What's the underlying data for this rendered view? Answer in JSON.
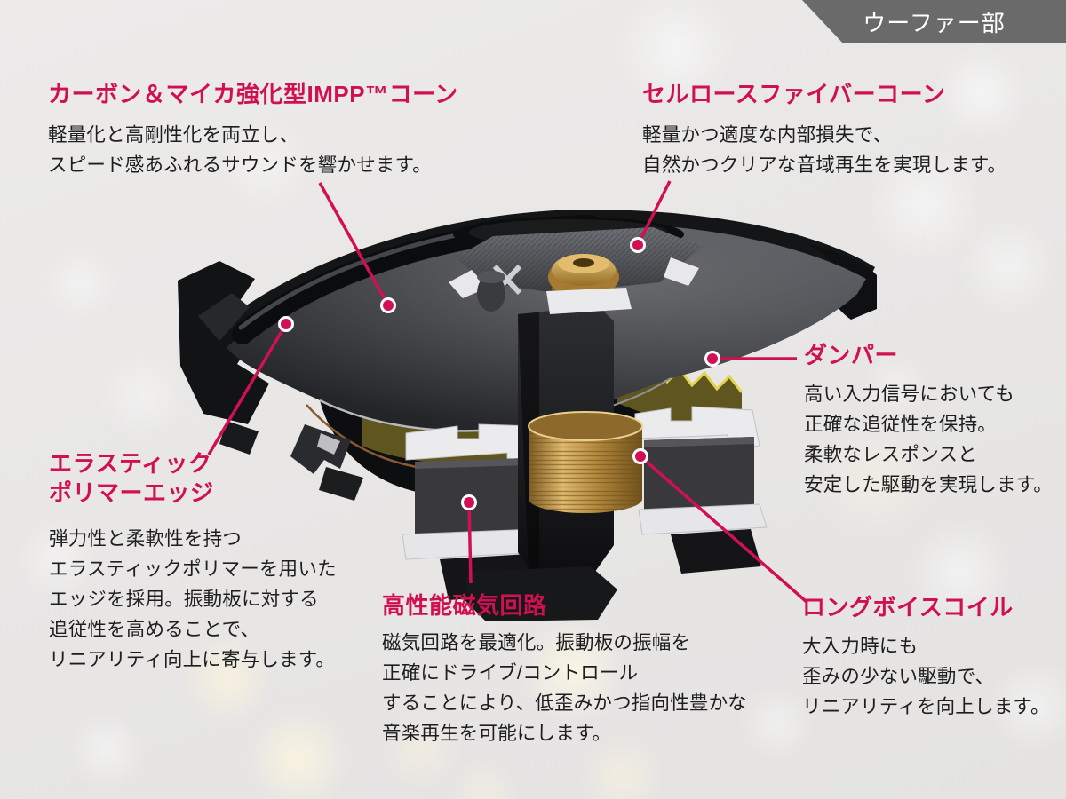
{
  "badge": {
    "label": "ウーファー部"
  },
  "colors": {
    "accent": "#d11052",
    "badge_bg": "#6a6a6a",
    "body_text": "#1e1e20",
    "background": "#e8e7e6",
    "leader_dot_ring": "#ffffff"
  },
  "labels": {
    "carbon_cone": {
      "title": "カーボン＆マイカ強化型IMPP™コーン",
      "desc": "軽量化と高剛性化を両立し、\nスピード感あふれるサウンドを響かせます。"
    },
    "cellulose_cone": {
      "title": "セルロースファイバーコーン",
      "desc": "軽量かつ適度な内部損失で、\n自然かつクリアな音域再生を実現します。"
    },
    "damper": {
      "title": "ダンパー",
      "desc": "高い入力信号においても\n正確な追従性を保持。\n柔軟なレスポンスと\n安定した駆動を実現します。"
    },
    "polymer_edge": {
      "title": "エラスティック\nポリマーエッジ",
      "desc": "弾力性と柔軟性を持つ\nエラスティックポリマーを用いた\nエッジを採用。振動板に対する\n追従性を高めることで、\nリニアリティ向上に寄与します。"
    },
    "magnetic_circuit": {
      "title": "高性能磁気回路",
      "desc": "磁気回路を最適化。振動板の振幅を\n正確にドライブ/コントロール\nすることにより、低歪みかつ指向性豊かな\n音楽再生を可能にします。"
    },
    "voice_coil": {
      "title": "ロングボイスコイル",
      "desc": "大入力時にも\n歪みの少ない駆動で、\nリニアリティを向上します。"
    }
  }
}
